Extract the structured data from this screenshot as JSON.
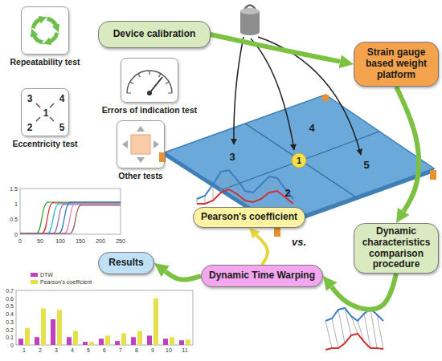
{
  "diagram": {
    "nodes": [
      {
        "text": [
          "Repeatability test"
        ]
      },
      {
        "text": [
          "Device calibration"
        ]
      },
      {
        "text": [
          "Errors of indication test"
        ]
      },
      {
        "text": [
          "3",
          "4",
          "1",
          "2",
          "5",
          "Eccentricity test"
        ]
      },
      {
        "text": [
          "Other tests"
        ]
      },
      {
        "text": [
          "Strain gauge based weight platform"
        ]
      },
      {
        "text": [
          "Dynamic characteristics comparison procedure"
        ]
      },
      {
        "text": [
          "Pearson's coefficient"
        ]
      },
      {
        "text": [
          "Dynamic Time Warping"
        ]
      },
      {
        "text": [
          "Results"
        ]
      }
    ],
    "edges": [
      {
        "from": 1,
        "to": 5,
        "arrow": "to"
      },
      {
        "from": 5,
        "to": 6,
        "arrow": "to"
      },
      {
        "from": 6,
        "to": 8,
        "arrow": "to"
      },
      {
        "from": 8,
        "to": 7,
        "arrow": "to"
      },
      {
        "from": 8,
        "to": 9,
        "arrow": "to"
      }
    ],
    "labels": [
      "3",
      "4",
      "1",
      "2",
      "5",
      "vs.",
      "1.5",
      "1",
      "0.5",
      "0",
      "0",
      "50",
      "100",
      "150",
      "200",
      "250",
      "0.7",
      "0.6",
      "0.5",
      "0.4",
      "0.3",
      "0.2",
      "0.1",
      "0",
      "1",
      "2",
      "3",
      "4",
      "5",
      "6",
      "7",
      "8",
      "9",
      "10",
      "11"
    ],
    "legend": [
      {
        "text": "DTW",
        "color": "#c040c0"
      },
      {
        "text": "Pearson's coefficient",
        "color": "#e6e04a"
      }
    ]
  }
}
